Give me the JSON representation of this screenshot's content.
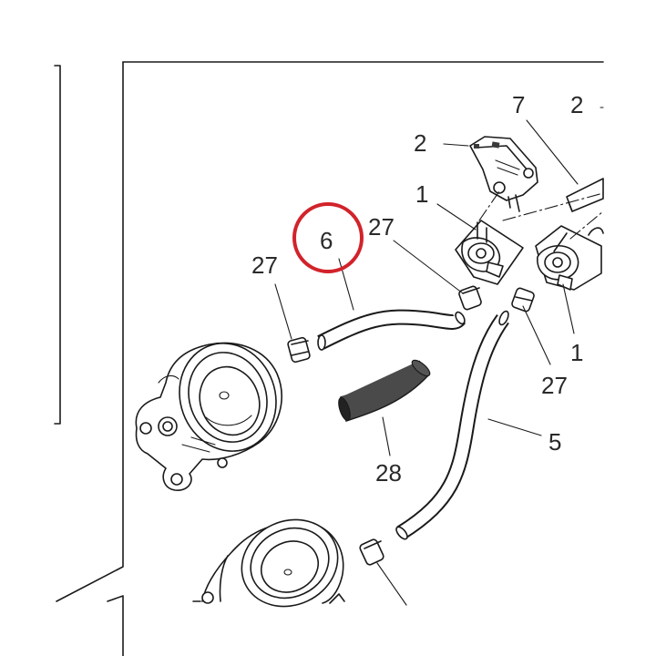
{
  "diagram": {
    "highlight_color": "#d2232a",
    "line_color": "#1a1a1a",
    "callouts": [
      {
        "id": "label-2-top-right",
        "text": "2"
      },
      {
        "id": "label-7",
        "text": "7"
      },
      {
        "id": "label-2-sensor",
        "text": "2"
      },
      {
        "id": "label-1-left",
        "text": "1"
      },
      {
        "id": "label-6",
        "text": "6",
        "highlighted": true
      },
      {
        "id": "label-27-center",
        "text": "27"
      },
      {
        "id": "label-27-left",
        "text": "27"
      },
      {
        "id": "label-1-right",
        "text": "1"
      },
      {
        "id": "label-27-right",
        "text": "27"
      },
      {
        "id": "label-5",
        "text": "5"
      },
      {
        "id": "label-28",
        "text": "28"
      }
    ]
  }
}
